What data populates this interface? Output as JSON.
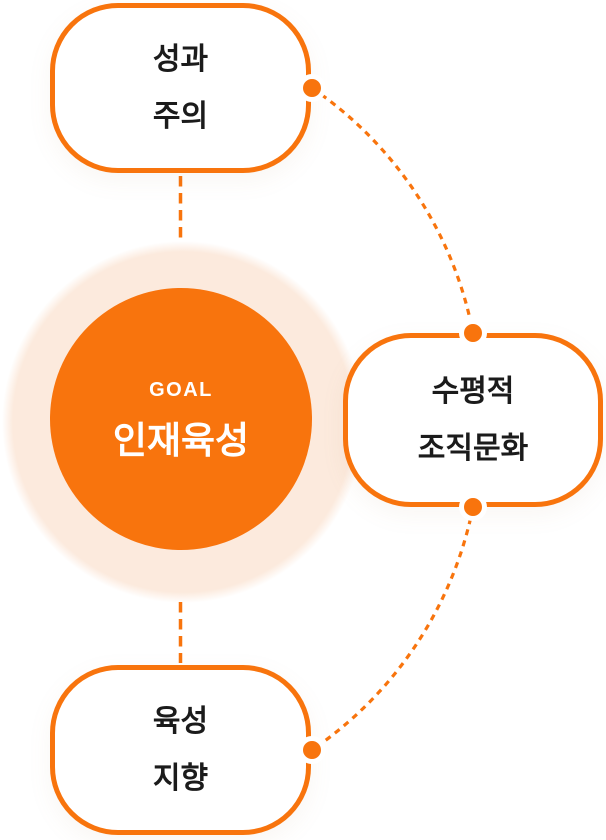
{
  "diagram": {
    "center": {
      "eyebrow": "GOAL",
      "title": "인재육성"
    },
    "bubbles": {
      "top": {
        "line1": "성과",
        "line2": "주의"
      },
      "right": {
        "line1": "수평적",
        "line2": "조직문화"
      },
      "bottom": {
        "line1": "육성",
        "line2": "지향"
      }
    },
    "colors": {
      "accent_orange": "#F8740D",
      "halo_peach": "#FCEADD",
      "bubble_text": "#1B1B1B",
      "bubble_fill": "#FFFFFF"
    }
  }
}
